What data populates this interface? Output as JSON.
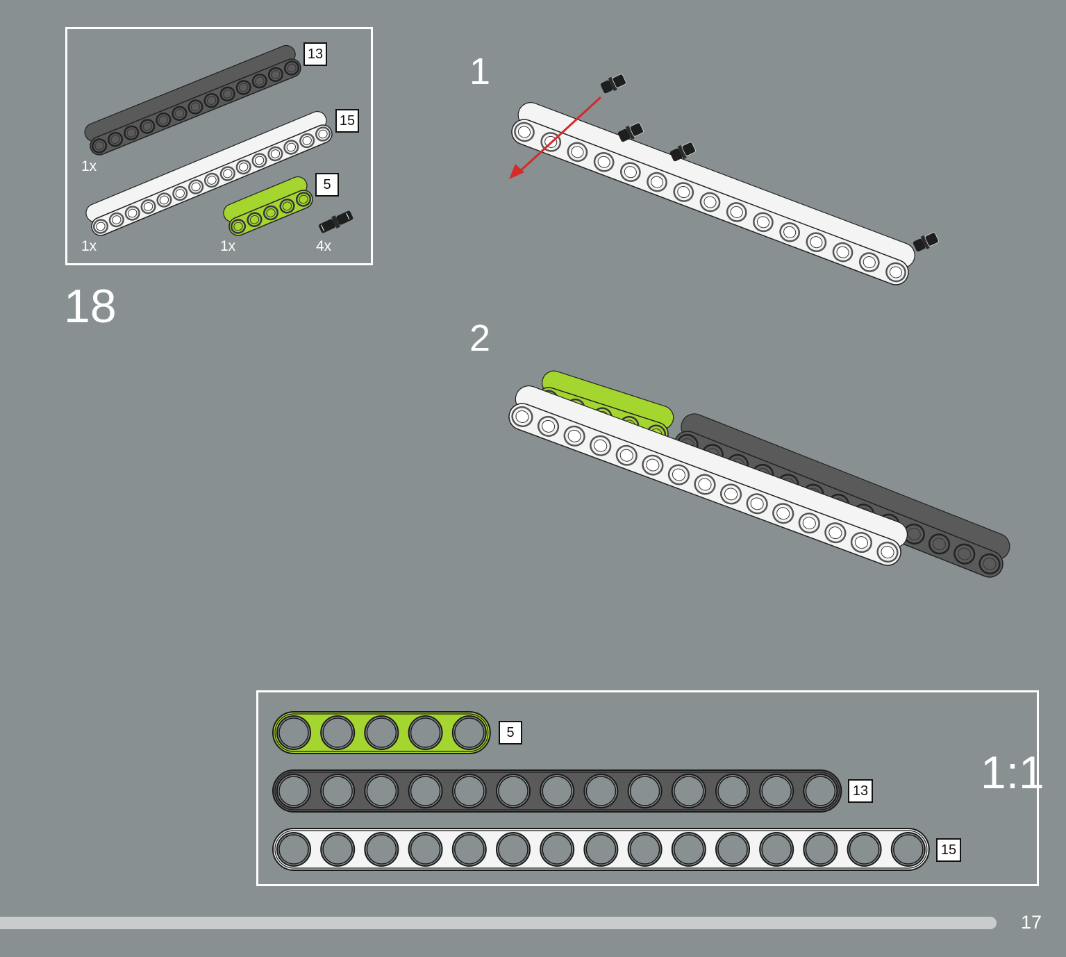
{
  "step": {
    "number": "18"
  },
  "parts_list": {
    "items": [
      {
        "name": "dark-gray-beam-13",
        "length_label": "13",
        "quantity": "1x",
        "color": "#5a5a5a"
      },
      {
        "name": "white-beam-15",
        "length_label": "15",
        "quantity": "1x",
        "color": "#f4f4f4"
      },
      {
        "name": "lime-beam-5",
        "length_label": "5",
        "quantity": "1x",
        "color": "#a5d62f"
      },
      {
        "name": "black-connector-pin",
        "length_label": "",
        "quantity": "4x",
        "color": "#1e1e1e"
      }
    ]
  },
  "substeps": [
    {
      "label": "1"
    },
    {
      "label": "2"
    }
  ],
  "scale_reference": {
    "ratio_label": "1:1",
    "beams": [
      {
        "length_label": "5",
        "holes": 5,
        "color": "#a5d62f"
      },
      {
        "length_label": "13",
        "holes": 13,
        "color": "#5a5a5a"
      },
      {
        "length_label": "15",
        "holes": 15,
        "color": "#f4f4f4"
      }
    ]
  },
  "colors": {
    "background": "#889092",
    "arrow": "#d42a2a",
    "frame": "#ffffff"
  },
  "footer": {
    "page_number": "17",
    "progress": 0.93
  }
}
